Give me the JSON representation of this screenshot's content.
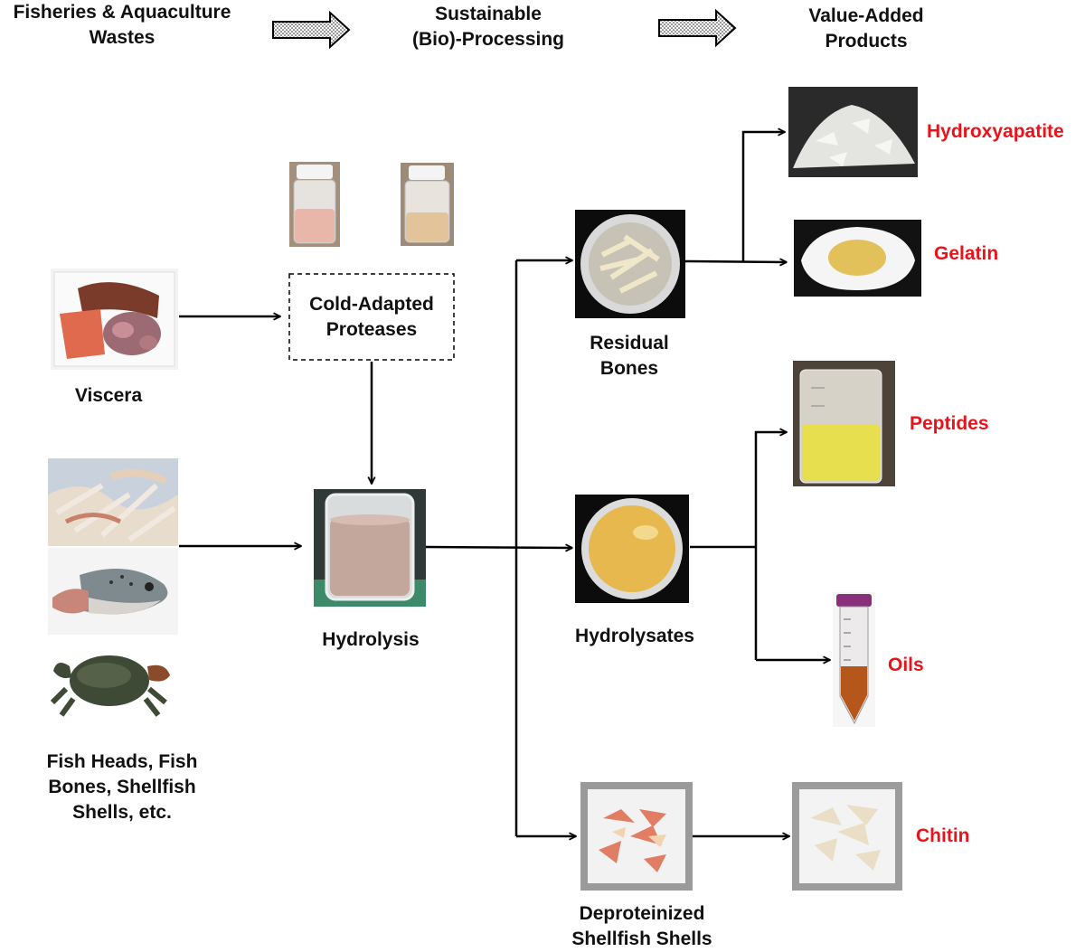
{
  "header": {
    "col1": "Fisheries & Aquaculture\nWastes",
    "col2": "Sustainable\n(Bio)-Processing",
    "col3": "Value-Added\nProducts"
  },
  "inputs": {
    "viscera": "Viscera",
    "mixed": "Fish Heads, Fish\nBones, Shellfish\nShells, etc."
  },
  "processing": {
    "enzyme": "Cold-Adapted\nProteases",
    "hydrolysis": "Hydrolysis"
  },
  "intermediates": {
    "bones": "Residual\nBones",
    "hydrolysates": "Hydrolysates",
    "shells": "Deproteinized\nShellfish Shells"
  },
  "products": {
    "hydroxyapatite": "Hydroxyapatite",
    "gelatin": "Gelatin",
    "peptides": "Peptides",
    "oils": "Oils",
    "chitin": "Chitin"
  },
  "colors": {
    "product_text": "#e8141b",
    "text": "#111111",
    "arrow": "#000000"
  },
  "icons": [
    "right-arrow-icon"
  ]
}
